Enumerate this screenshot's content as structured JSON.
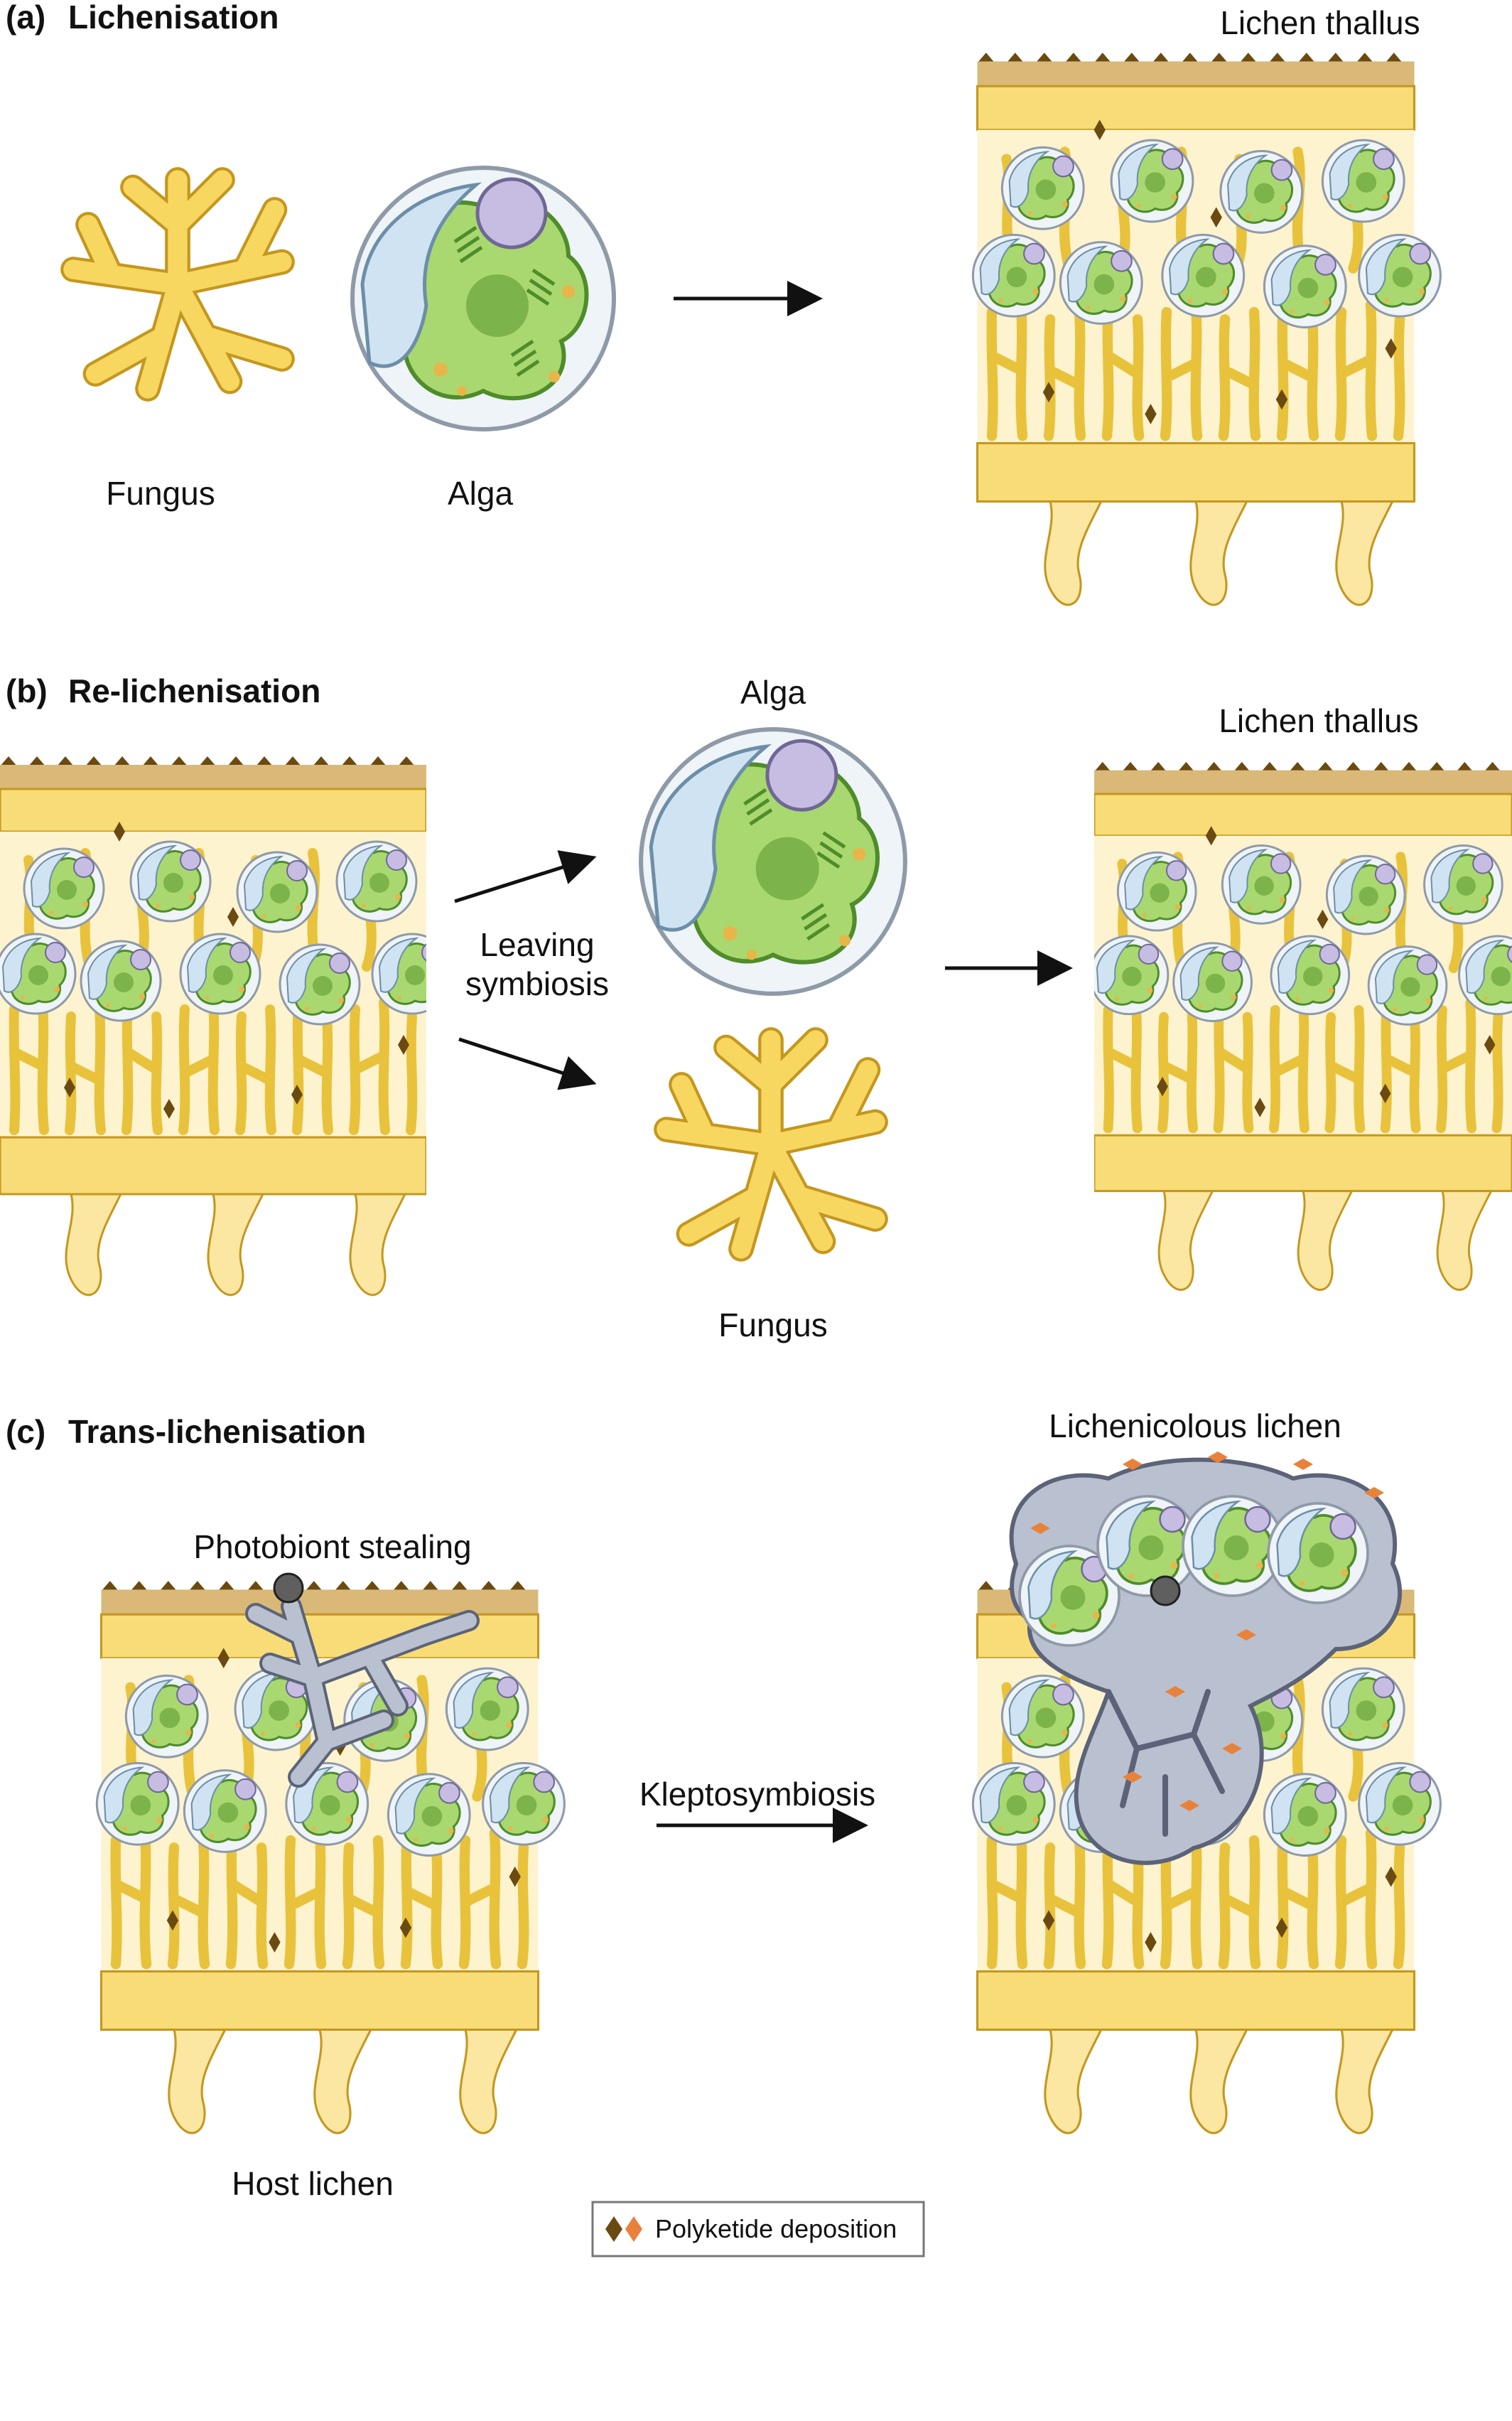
{
  "panels": {
    "a": {
      "letter": "(a)",
      "title": "Lichenisation",
      "fungus_label": "Fungus",
      "alga_label": "Alga",
      "result_label": "Lichen thallus"
    },
    "b": {
      "letter": "(b)",
      "title": "Re-lichenisation",
      "alga_label": "Alga",
      "fungus_label": "Fungus",
      "leaving_line1": "Leaving",
      "leaving_line2": "symbiosis",
      "result_label": "Lichen thallus"
    },
    "c": {
      "letter": "(c)",
      "title": "Trans-lichenisation",
      "stealing_label": "Photobiont stealing",
      "host_label": "Host lichen",
      "process_label": "Kleptosymbiosis",
      "result_label": "Lichenicolous lichen"
    }
  },
  "legend": {
    "label": "Polyketide deposition",
    "swatches": [
      "#6b4a12",
      "#e8823a"
    ]
  },
  "colors": {
    "hyphae": "#f8d760",
    "hyphae_outline": "#c4971f",
    "cortex": "#f8dc78",
    "cortex_top": "#d9b878",
    "cortex_spike": "#6b4a12",
    "alga_fill": "#a9d870",
    "alga_outline": "#4f8c2a",
    "alga_vacuole": "#cfe3f2",
    "alga_nucleus_cap": "#c7bde3",
    "pyrenoid": "#7cb34a",
    "kleptofungus": "#b9c0d0",
    "kleptofungus_outline": "#5c6378",
    "arrow": "#111111"
  }
}
